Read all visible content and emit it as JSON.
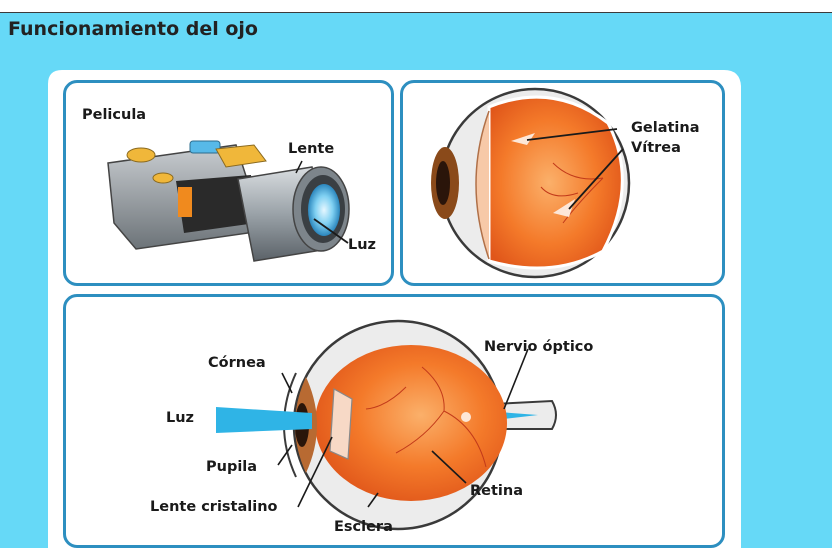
{
  "page": {
    "title": "Funcionamiento del ojo"
  },
  "camera_panel": {
    "labels": {
      "film": "Pelicula",
      "lens": "Lente",
      "light": "Luz"
    }
  },
  "vitreous_panel": {
    "labels": {
      "gelatina": "Gelatina",
      "vitrea": "Vítrea"
    }
  },
  "eye_panel": {
    "labels": {
      "cornea": "Córnea",
      "light": "Luz",
      "pupil": "Pupila",
      "lens": "Lente cristalino",
      "sclera": "Esclera",
      "retina": "Retina",
      "optic_nerve": "Nervio óptico"
    }
  },
  "colors": {
    "background": "#66d9f7",
    "frame_border": "#2d8fc0",
    "eye_interior": "#f47a2a",
    "iris": "#8a4a1a",
    "light_beam": "#2fb4e6"
  },
  "icons": [
    "camera-illustration",
    "eye-cross-section",
    "light-beam",
    "optic-nerve"
  ]
}
